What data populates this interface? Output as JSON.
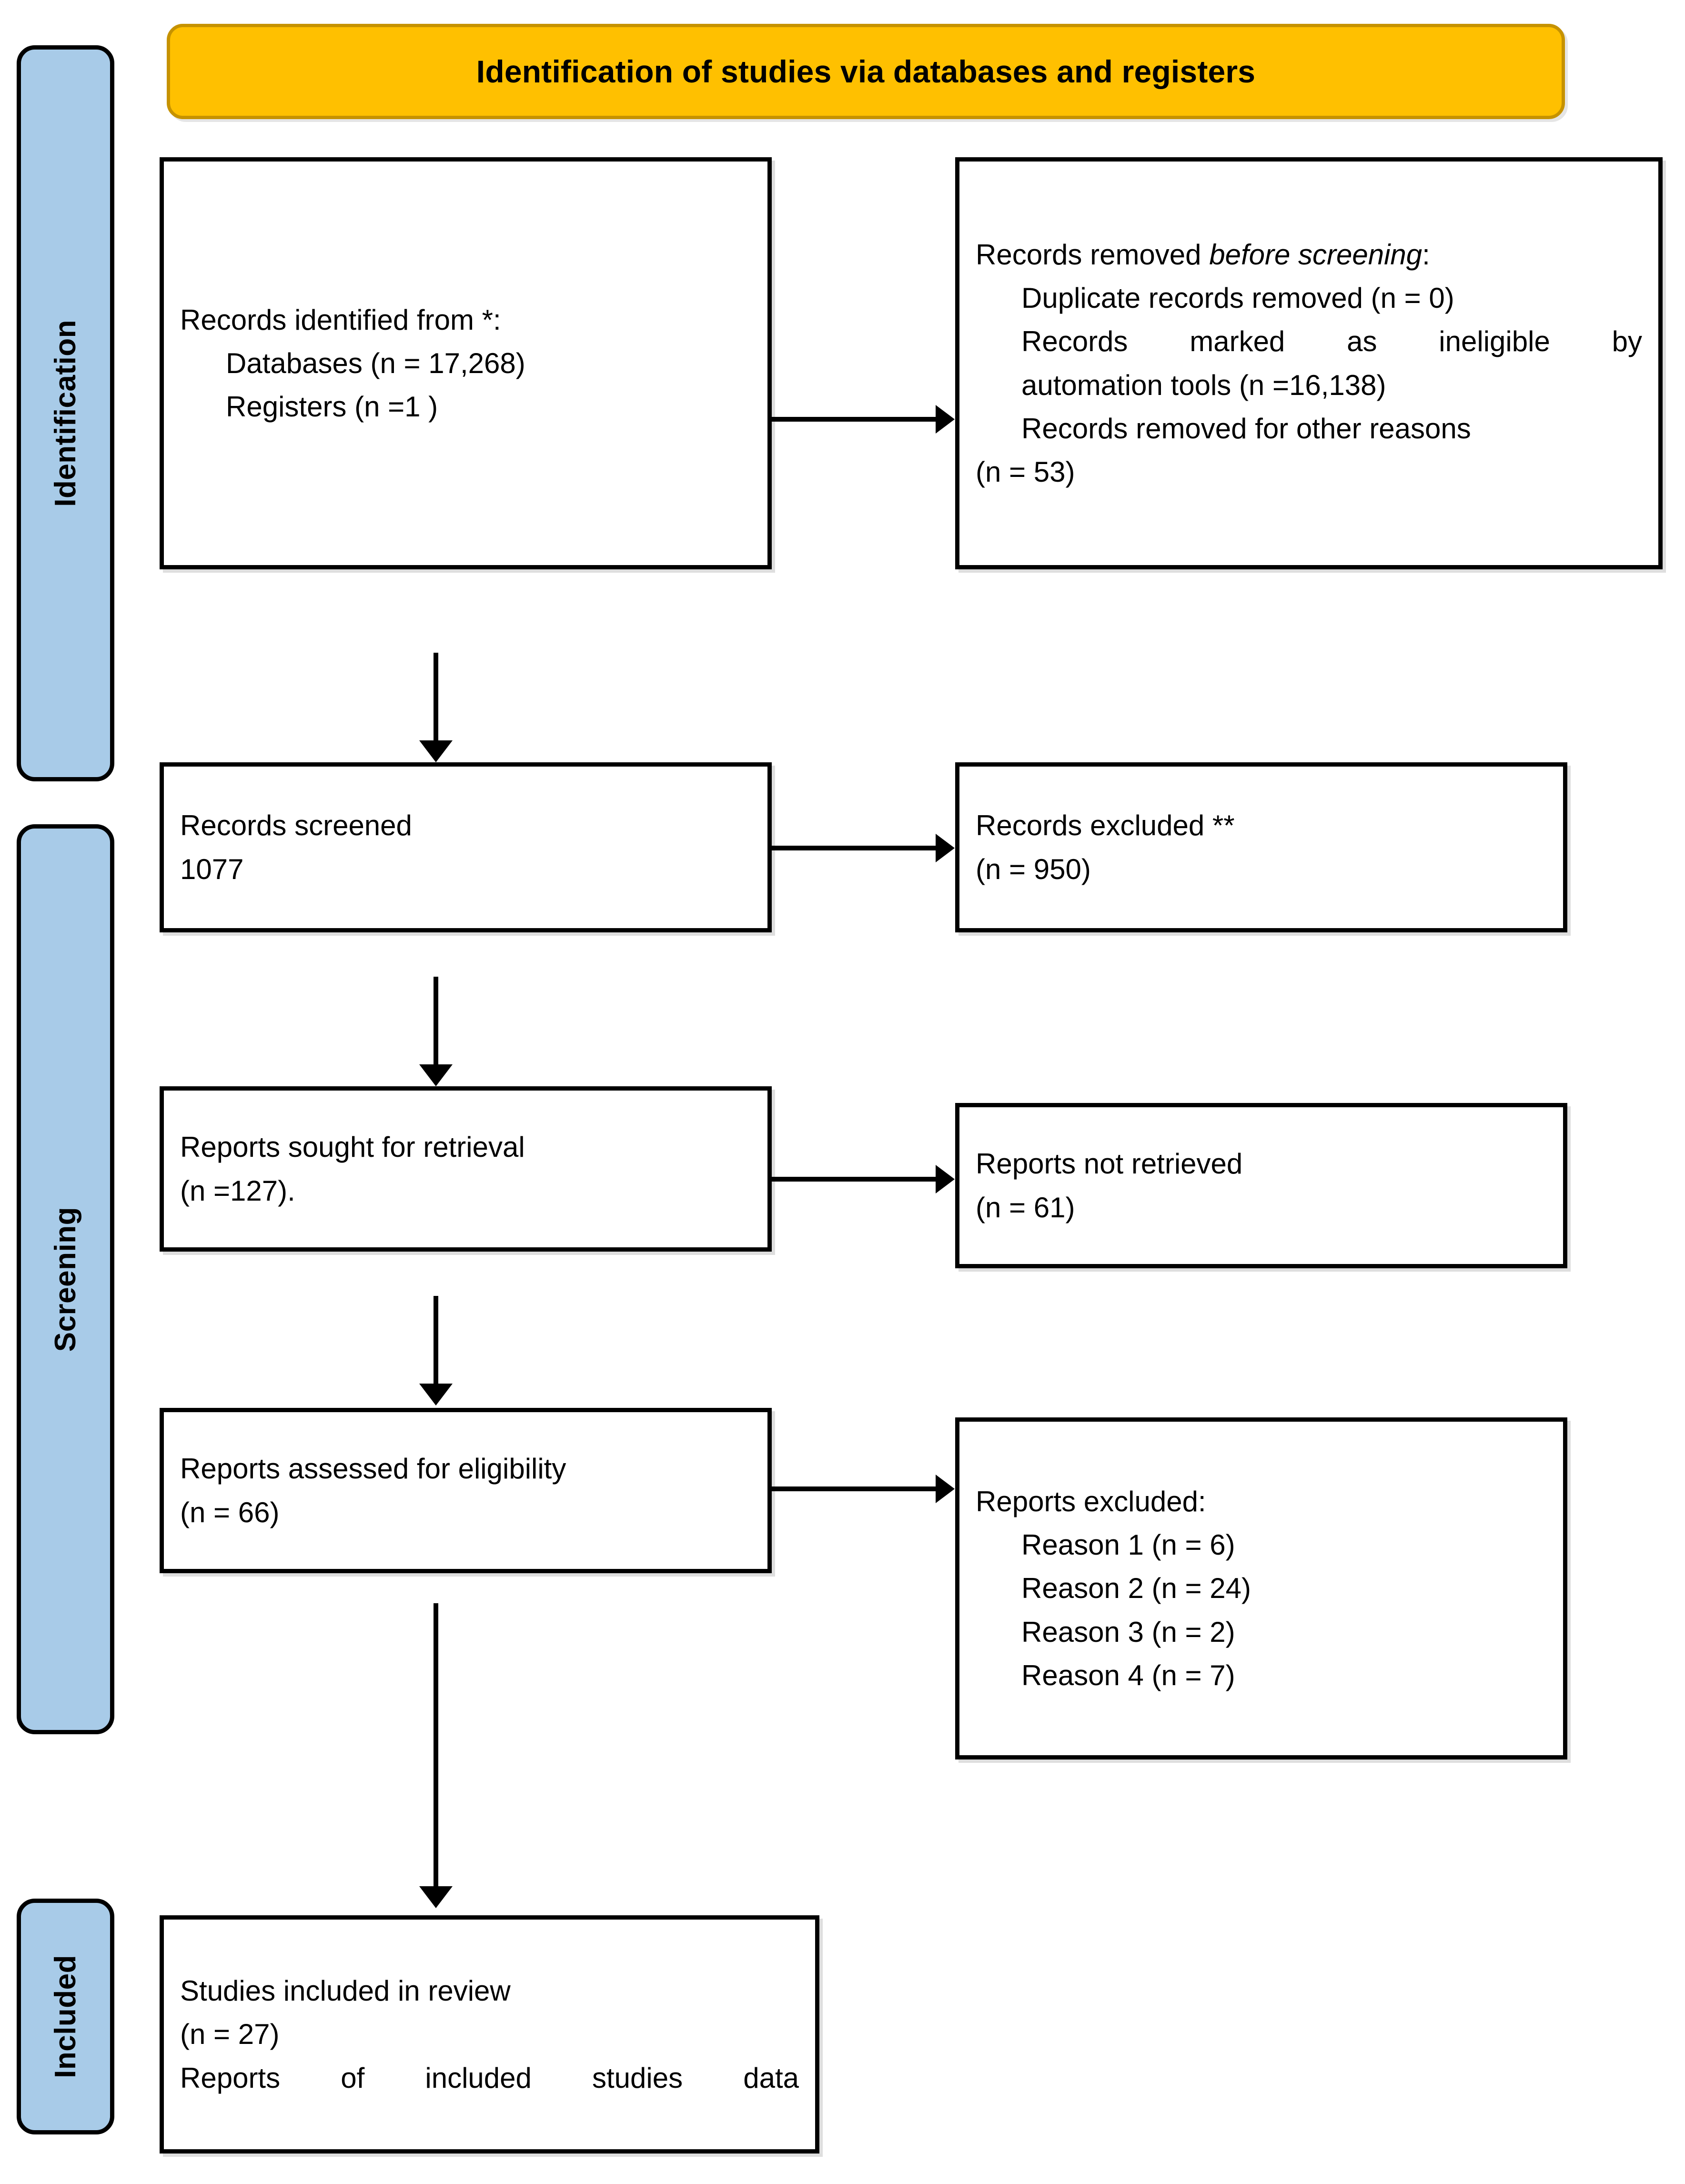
{
  "header": {
    "title": "Identification of studies via databases and registers",
    "fill_color": "#FFC000",
    "border_color": "#C69200"
  },
  "stages": [
    {
      "id": "identification",
      "label": "Identification"
    },
    {
      "id": "screening",
      "label": "Screening"
    },
    {
      "id": "included",
      "label": "Included"
    }
  ],
  "stage_bar_color": "#A8CBE8",
  "boxes": {
    "identified": {
      "line1": "Records identified from *:",
      "line2": "Databases (n = 17,268)",
      "line3": "Registers (n =1 )"
    },
    "removed": {
      "line1_pre": "Records removed ",
      "line1_em": "before screening",
      "line1_post": ":",
      "line2": "Duplicate records removed (n = 0)",
      "line3": "Records marked as ineligible by",
      "line4": "automation tools (n =16,138)",
      "line5": "Records removed for other reasons",
      "line6": "(n = 53)"
    },
    "screened": {
      "line1": "Records screened",
      "line2": "1077"
    },
    "excluded": {
      "line1": "Records excluded **",
      "line2": "(n = 950)"
    },
    "sought": {
      "line1": "Reports sought for retrieval",
      "line2": "(n =127)."
    },
    "not_retrieved": {
      "line1": "Reports not retrieved",
      "line2": "(n = 61)"
    },
    "assessed": {
      "line1": "Reports assessed for eligibility",
      "line2": "(n = 66)"
    },
    "reports_excluded": {
      "line1": "Reports excluded:",
      "reason1": "Reason 1 (n = 6)",
      "reason2": "Reason 2 (n = 24)",
      "reason3": "Reason 3 (n = 2)",
      "reason4": "Reason 4 (n = 7)"
    },
    "included": {
      "line1": "Studies included in review",
      "line2": "(n = 27)",
      "line3": "Reports of included studies data"
    }
  },
  "chart_data": {
    "type": "diagram",
    "title": "Identification of studies via databases and registers",
    "stages": [
      "Identification",
      "Screening",
      "Included"
    ],
    "nodes": [
      {
        "id": "identified",
        "stage": "Identification",
        "label": "Records identified from *",
        "databases": 17268,
        "registers": 1
      },
      {
        "id": "removed",
        "stage": "Identification",
        "label": "Records removed before screening",
        "duplicates": 0,
        "ineligible_automation": 16138,
        "other_reasons": 53
      },
      {
        "id": "screened",
        "stage": "Screening",
        "label": "Records screened",
        "n": 1077
      },
      {
        "id": "excluded",
        "stage": "Screening",
        "label": "Records excluded **",
        "n": 950
      },
      {
        "id": "sought",
        "stage": "Screening",
        "label": "Reports sought for retrieval",
        "n": 127
      },
      {
        "id": "not_retrieved",
        "stage": "Screening",
        "label": "Reports not retrieved",
        "n": 61
      },
      {
        "id": "assessed",
        "stage": "Screening",
        "label": "Reports assessed for eligibility",
        "n": 66
      },
      {
        "id": "reports_excluded",
        "stage": "Screening",
        "label": "Reports excluded",
        "reasons": [
          {
            "name": "Reason 1",
            "n": 6
          },
          {
            "name": "Reason 2",
            "n": 24
          },
          {
            "name": "Reason 3",
            "n": 2
          },
          {
            "name": "Reason 4",
            "n": 7
          }
        ]
      },
      {
        "id": "included",
        "stage": "Included",
        "label": "Studies included in review",
        "n": 27
      }
    ],
    "edges": [
      {
        "from": "identified",
        "to": "removed"
      },
      {
        "from": "identified",
        "to": "screened"
      },
      {
        "from": "screened",
        "to": "excluded"
      },
      {
        "from": "screened",
        "to": "sought"
      },
      {
        "from": "sought",
        "to": "not_retrieved"
      },
      {
        "from": "sought",
        "to": "assessed"
      },
      {
        "from": "assessed",
        "to": "reports_excluded"
      },
      {
        "from": "assessed",
        "to": "included"
      }
    ]
  }
}
